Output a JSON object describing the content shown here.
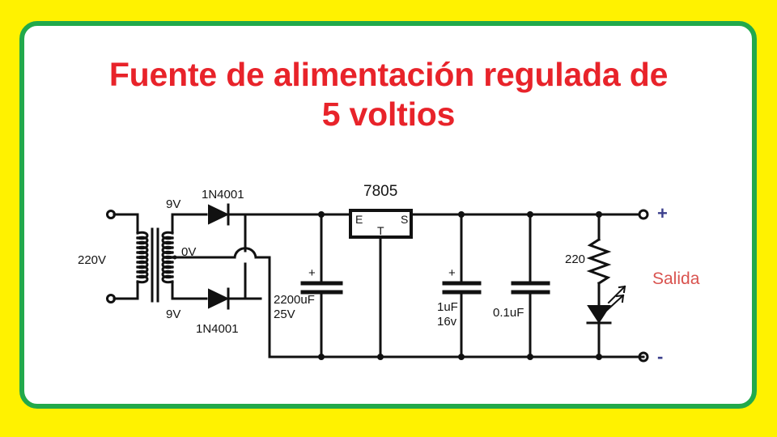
{
  "page": {
    "title": "Fuente de alimentación regulada de 5 voltios",
    "title_line1": "Fuente de alimentación regulada de",
    "title_line2": "5 voltios",
    "title_color": "#e8232a",
    "background_color": "#fff200",
    "board_color": "#ffffff",
    "border_color": "#22a94b"
  },
  "schematic": {
    "type": "circuit-diagram",
    "description": "Regulated 5 volt power supply with center-tapped transformer, full-wave rectifier, filter capacitors, 7805 regulator and LED indicator",
    "components": {
      "transformer": {
        "name": "transformer",
        "primary_label": "220V",
        "secondary_top_label": "9V",
        "secondary_center_label": "0V",
        "secondary_bottom_label": "9V"
      },
      "diode_top": {
        "name": "diode-top",
        "label": "1N4001"
      },
      "diode_bottom": {
        "name": "diode-bottom",
        "label": "1N4001"
      },
      "cap_filter": {
        "name": "capacitor-filter",
        "polarity": "+",
        "value": "2200uF",
        "voltage": "25V"
      },
      "regulator": {
        "name": "voltage-regulator",
        "label": "7805",
        "pin_input": "E",
        "pin_ground": "T",
        "pin_output": "S"
      },
      "cap_out1": {
        "name": "capacitor-output-1",
        "polarity": "+",
        "value": "1uF",
        "voltage": "16v"
      },
      "cap_out2": {
        "name": "capacitor-output-2",
        "value": "0.1uF"
      },
      "resistor": {
        "name": "resistor-led",
        "value": "220"
      },
      "led": {
        "name": "led-indicator"
      },
      "output": {
        "name": "output-terminals",
        "label": "Salida",
        "positive": "+",
        "negative": "-",
        "label_color": "#d9534f",
        "terminal_color": "#3b3f8c"
      }
    }
  }
}
